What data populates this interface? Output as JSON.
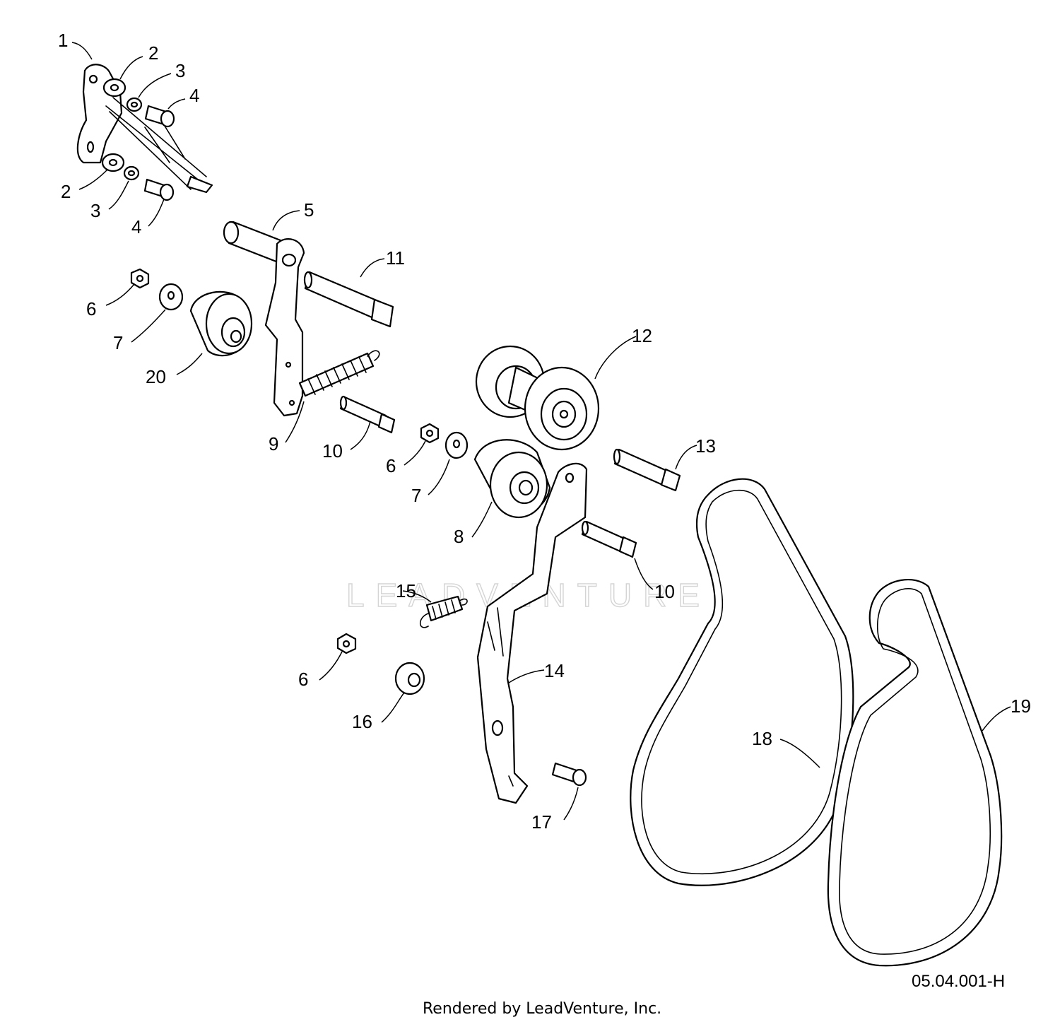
{
  "watermark": "LEADVENTURE",
  "drawing_number": "05.04.001-H",
  "footer": "Rendered by LeadVenture, Inc.",
  "callouts": [
    {
      "id": "c1",
      "label": "1"
    },
    {
      "id": "c2a",
      "label": "2"
    },
    {
      "id": "c3a",
      "label": "3"
    },
    {
      "id": "c4a",
      "label": "4"
    },
    {
      "id": "c2b",
      "label": "2"
    },
    {
      "id": "c3b",
      "label": "3"
    },
    {
      "id": "c4b",
      "label": "4"
    },
    {
      "id": "c5",
      "label": "5"
    },
    {
      "id": "c11",
      "label": "11"
    },
    {
      "id": "c6a",
      "label": "6"
    },
    {
      "id": "c7a",
      "label": "7"
    },
    {
      "id": "c20",
      "label": "20"
    },
    {
      "id": "c12",
      "label": "12"
    },
    {
      "id": "c9",
      "label": "9"
    },
    {
      "id": "c10a",
      "label": "10"
    },
    {
      "id": "c6b",
      "label": "6"
    },
    {
      "id": "c7b",
      "label": "7"
    },
    {
      "id": "c8",
      "label": "8"
    },
    {
      "id": "c13",
      "label": "13"
    },
    {
      "id": "c10b",
      "label": "10"
    },
    {
      "id": "c15",
      "label": "15"
    },
    {
      "id": "c6c",
      "label": "6"
    },
    {
      "id": "c16",
      "label": "16"
    },
    {
      "id": "c14",
      "label": "14"
    },
    {
      "id": "c18",
      "label": "18"
    },
    {
      "id": "c19",
      "label": "19"
    },
    {
      "id": "c17",
      "label": "17"
    }
  ]
}
